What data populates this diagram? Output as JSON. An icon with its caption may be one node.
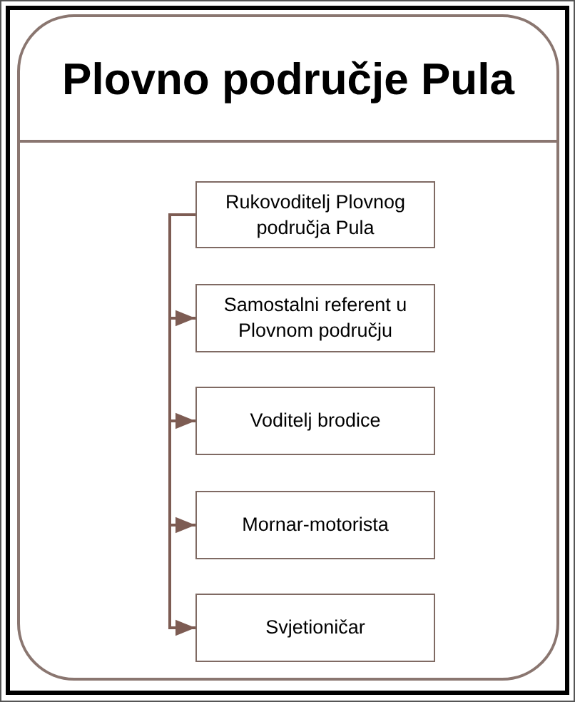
{
  "diagram": {
    "nodes": [
      {
        "text": [
          "Plovno područje Pula"
        ]
      },
      {
        "text": [
          "Rukovoditelj Plovnog područja Pula"
        ],
        "in": 0
      },
      {
        "text": [
          "Samostalni referent u Plovnom području"
        ],
        "in": 0
      },
      {
        "text": [
          "Voditelj brodice"
        ],
        "in": 0
      },
      {
        "text": [
          "Mornar-motorista"
        ],
        "in": 0
      },
      {
        "text": [
          "Svjetioničar"
        ],
        "in": 0
      }
    ],
    "edges": [
      {
        "from": 1,
        "to": 2,
        "arrow": "to"
      },
      {
        "from": 1,
        "to": 3,
        "arrow": "to"
      },
      {
        "from": 1,
        "to": 4,
        "arrow": "to"
      },
      {
        "from": 1,
        "to": 5,
        "arrow": "to"
      }
    ]
  }
}
